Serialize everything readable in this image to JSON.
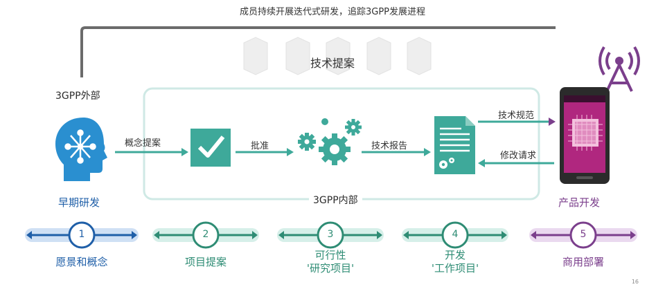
{
  "top_caption": "成员持续开展迭代式研发，追踪3GPP发展进程",
  "tech_proposal": "技术提案",
  "external_label": "3GPP外部",
  "internal_label": "3GPP内部",
  "early_rd": "早期研发",
  "product_dev": "产品开发",
  "arrows": {
    "concept_proposal": "概念提案",
    "approve": "批准",
    "tech_report": "技术报告",
    "tech_spec": "技术规范",
    "change_request": "修改请求"
  },
  "stages": [
    {
      "num": "1",
      "label": [
        "愿景和概念"
      ],
      "color": "#1f5fa8"
    },
    {
      "num": "2",
      "label": [
        "项目提案"
      ],
      "color": "#2e8c74"
    },
    {
      "num": "3",
      "label": [
        "可行性",
        "'研究项目'"
      ],
      "color": "#2e8c74"
    },
    {
      "num": "4",
      "label": [
        "开发",
        "'工作项目'"
      ],
      "color": "#2e8c74"
    },
    {
      "num": "5",
      "label": [
        "商用部署"
      ],
      "color": "#7b3f8c"
    }
  ],
  "page_number": "16",
  "colors": {
    "teal": "#3ea99a",
    "teal_light": "#cfe9e5",
    "blue": "#1f5fa8",
    "purple": "#7b3f8c",
    "gray_frame": "#666666"
  },
  "icons": [
    "head-network-icon",
    "checkbox-icon",
    "gears-icon",
    "document-gear-icon",
    "smartphone-icon",
    "antenna-icon"
  ]
}
